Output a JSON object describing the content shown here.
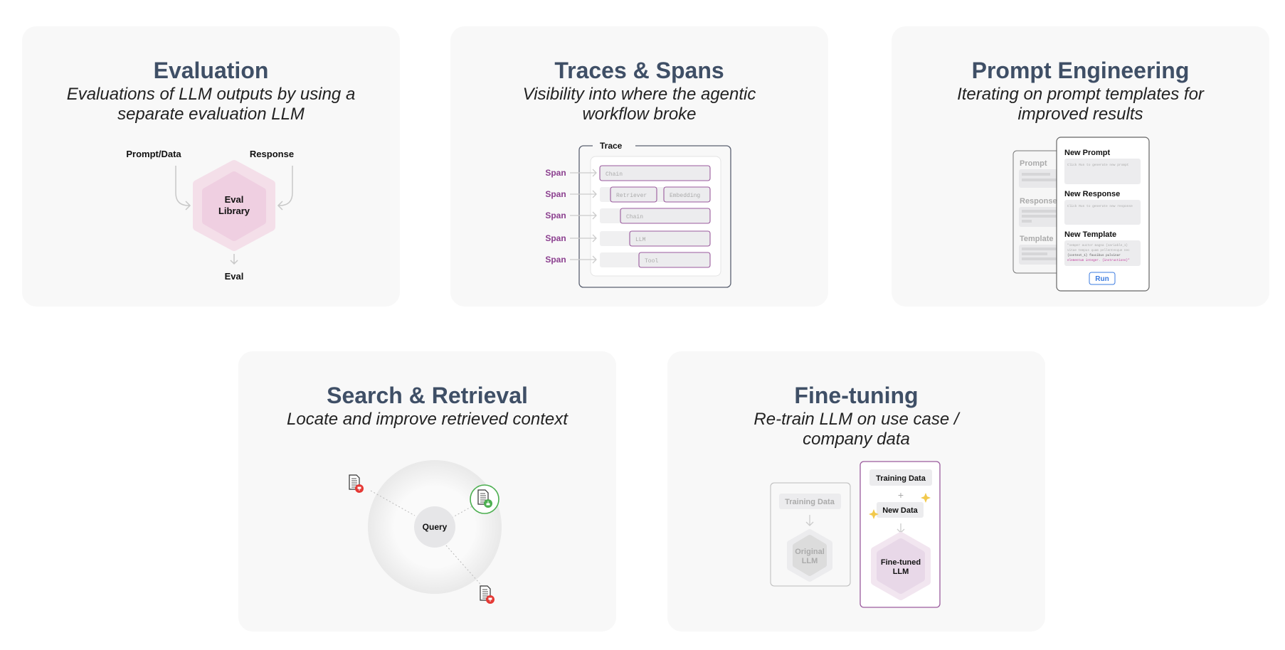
{
  "colors": {
    "title": "#3f4f66",
    "accent_purple": "#8b3f8f",
    "card_bg": "#f8f8f8",
    "eval_pink": "#eecfe0",
    "good": "#4caf50",
    "bad": "#e53935",
    "run_blue": "#3b7be0"
  },
  "evaluation": {
    "title": "Evaluation",
    "subtitle_1": "Evaluations of LLM outputs by using a",
    "subtitle_2": "separate evaluation LLM",
    "input_left": "Prompt/Data",
    "input_right": "Response",
    "hex_1": "Eval",
    "hex_2": "Library",
    "output": "Eval"
  },
  "traces": {
    "title": "Traces & Spans",
    "subtitle_1": "Visibility into where the agentic",
    "subtitle_2": "workflow broke",
    "trace_label": "Trace",
    "span_label": "Span",
    "rows": [
      [
        "Chain"
      ],
      [
        "Retriever",
        "Embedding"
      ],
      [
        "Chain"
      ],
      [
        "LLM"
      ],
      [
        "Tool"
      ]
    ]
  },
  "prompt": {
    "title": "Prompt Engineering",
    "subtitle_1": "Iterating on prompt templates for",
    "subtitle_2": "improved results",
    "back_labels": [
      "Prompt",
      "Response",
      "Template"
    ],
    "new_prompt": "New Prompt",
    "new_prompt_placeholder": "Click Run to generate new prompt",
    "new_response": "New Response",
    "new_response_placeholder": "Click Run to generate new response",
    "new_template": "New Template",
    "template_lines": [
      "\"semper auctor magna {variable_1}",
      "vitae tempus quam pellentesque nec",
      "{context_1} faucibus pulvinar",
      "elementum integer. {instructions}\""
    ],
    "run": "Run"
  },
  "search": {
    "title": "Search & Retrieval",
    "subtitle_1": "Locate and improve retrieved context",
    "query": "Query",
    "documents": [
      {
        "icon": "document-icon",
        "status": "thumbs-down"
      },
      {
        "icon": "document-icon",
        "status": "thumbs-up"
      },
      {
        "icon": "document-icon",
        "status": "thumbs-down"
      }
    ]
  },
  "finetune": {
    "title": "Fine-tuning",
    "subtitle_1": "Re-train LLM on use case /",
    "subtitle_2": "company data",
    "left_training": "Training Data",
    "left_hex_1": "Original",
    "left_hex_2": "LLM",
    "right_training": "Training Data",
    "plus": "+",
    "new_data": "New Data",
    "right_hex_1": "Fine-tuned",
    "right_hex_2": "LLM"
  }
}
